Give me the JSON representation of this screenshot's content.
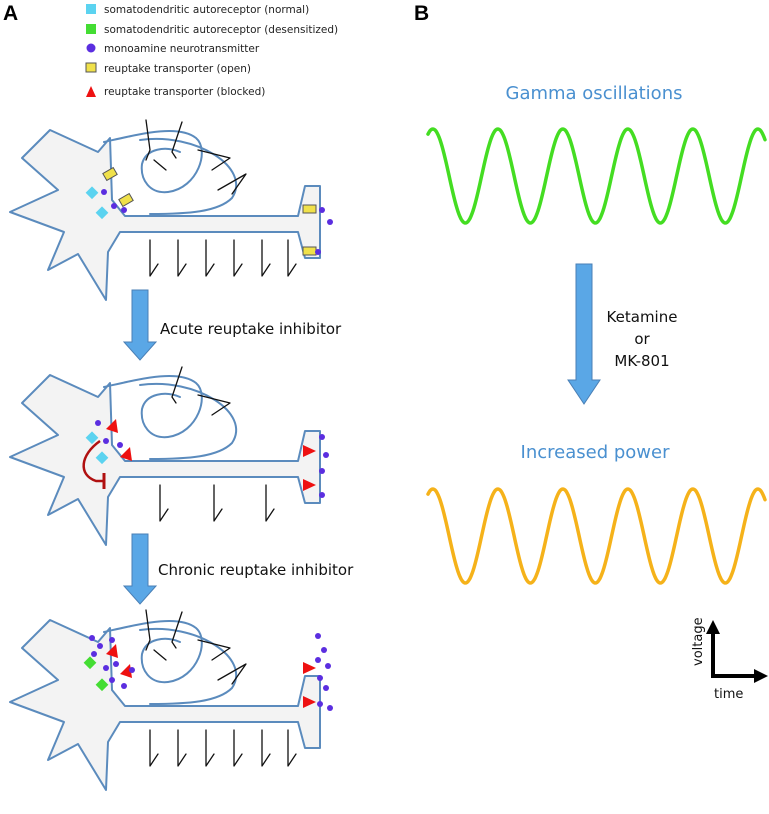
{
  "panels": {
    "a_label": "A",
    "b_label": "B"
  },
  "legend": {
    "items": [
      {
        "label": "somatodendritic autoreceptor (normal)",
        "symbol": "square",
        "color": "#5bd3f0"
      },
      {
        "label": "somatodendritic autoreceptor (desensitized)",
        "symbol": "square",
        "color": "#44dd33"
      },
      {
        "label": "monoamine neurotransmitter",
        "symbol": "circle",
        "color": "#5b2ee0"
      },
      {
        "label": "reuptake transporter (open)",
        "symbol": "rect",
        "color": "#f0e14a"
      },
      {
        "label": "reuptake transporter (blocked)",
        "symbol": "triangle",
        "color": "#ee1111"
      }
    ]
  },
  "panel_a": {
    "step1_label": "Acute reuptake inhibitor",
    "step2_label": "Chronic reuptake inhibitor"
  },
  "panel_b": {
    "top_title": "Gamma oscillations",
    "drug_line1": "Ketamine",
    "drug_line2": "or",
    "drug_line3": "MK-801",
    "bottom_title": "Increased power",
    "y_axis_label": "voltage",
    "x_axis_label": "time",
    "top_wave_color": "#44dd22",
    "bottom_wave_color": "#f5b21a"
  },
  "colors": {
    "membrane": "#5b8bbd",
    "arrow": "#5aa7e6",
    "inhibition": "#b01010"
  }
}
